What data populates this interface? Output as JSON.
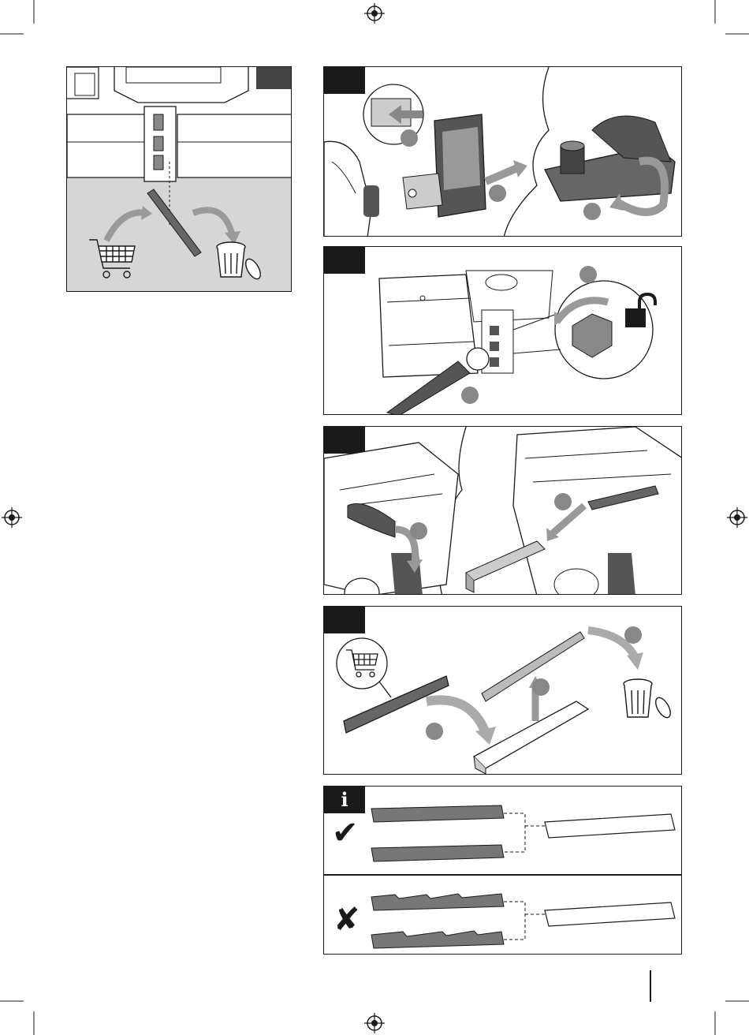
{
  "page": {
    "number": ""
  },
  "info_panel": {
    "tab_label": "i",
    "correct_mark": "✔",
    "wrong_mark": "✘"
  },
  "icons": [
    "registration-mark",
    "shopping-cart",
    "trash-bin",
    "padlock-open",
    "wrench",
    "check",
    "cross"
  ],
  "colors": {
    "ink": "#1a1a1a",
    "gray_dark": "#4a4a4a",
    "gray_mid": "#8a8a8a",
    "gray_light": "#cfcfcf",
    "bg_gray": "#d6d6d6"
  }
}
